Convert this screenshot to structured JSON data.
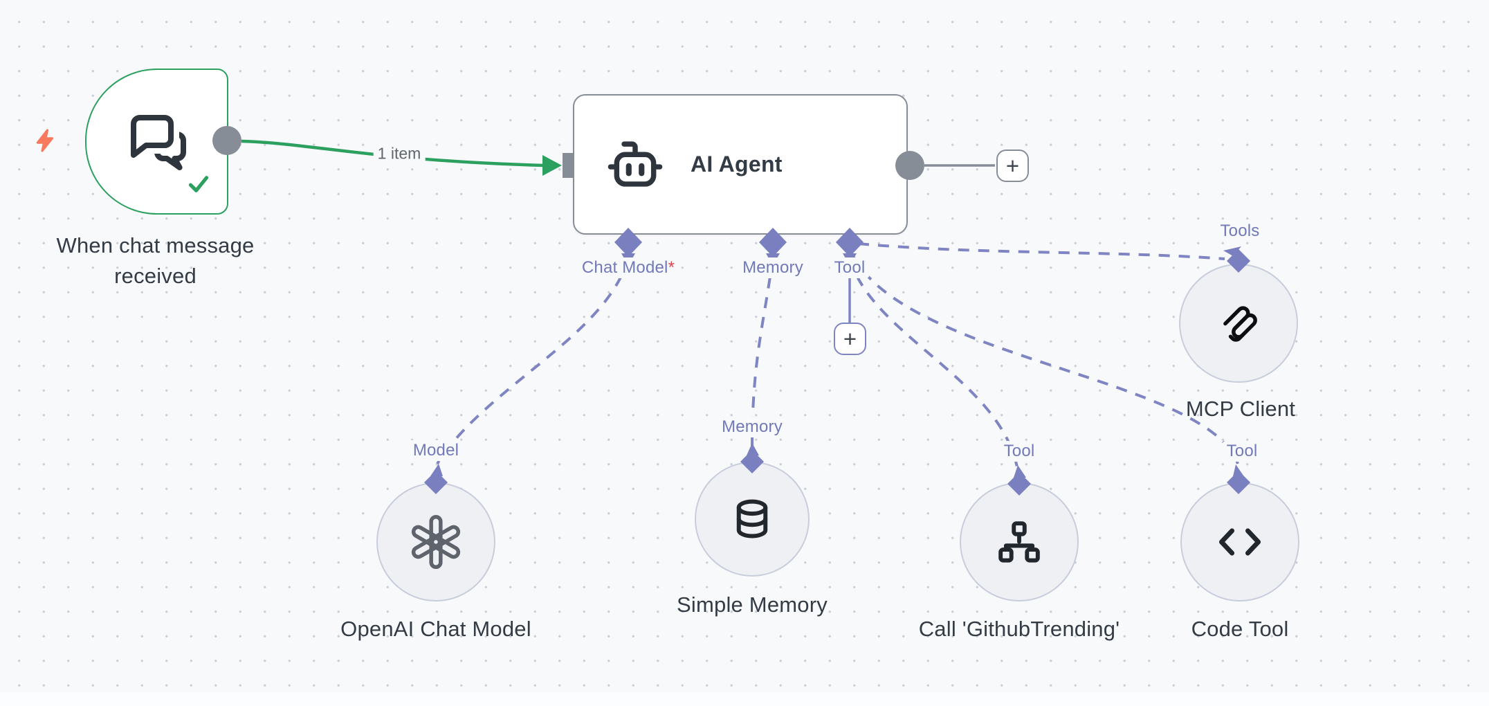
{
  "colors": {
    "canvas_bg": "#f8f9fb",
    "grid_dot": "#cbcfd7",
    "node_bg": "#ffffff",
    "node_border": "#878d97",
    "accent_green": "#2ca05f",
    "connector_gray": "#878d97",
    "connector_indigo": "#7f84c2",
    "diamond_indigo": "#7a80bf",
    "label_indigo": "#7279b8",
    "text_dark": "#333b45",
    "text_gray": "#61666e",
    "required_red": "#e0434b",
    "bolt_coral": "#f7795e",
    "subnode_bg": "#eef0f4",
    "subnode_border": "#c7cdda",
    "icon_dark": "#2f353d"
  },
  "nodes": {
    "trigger": {
      "name": "When chat message received",
      "icon": "chat-bubbles-icon",
      "status": "success"
    },
    "agent": {
      "name": "AI Agent",
      "icon": "robot-icon",
      "required_marker": "*",
      "inputs": [
        {
          "label": "Chat Model",
          "required": true
        },
        {
          "label": "Memory",
          "required": false
        },
        {
          "label": "Tool",
          "required": false
        }
      ]
    },
    "subnodes": [
      {
        "name": "OpenAI Chat Model",
        "port_label": "Model",
        "icon": "openai-icon"
      },
      {
        "name": "Simple Memory",
        "port_label": "Memory",
        "icon": "database-icon"
      },
      {
        "name": "Call 'GithubTrending'",
        "port_label": "Tool",
        "icon": "sitemap-icon"
      },
      {
        "name": "Code Tool",
        "port_label": "Tool",
        "icon": "code-icon"
      },
      {
        "name": "MCP Client",
        "port_label": "Tools",
        "icon": "mcp-icon"
      }
    ]
  },
  "connections": {
    "main_label": "1 item"
  },
  "buttons": {
    "add_next": "+",
    "add_tool": "+"
  }
}
